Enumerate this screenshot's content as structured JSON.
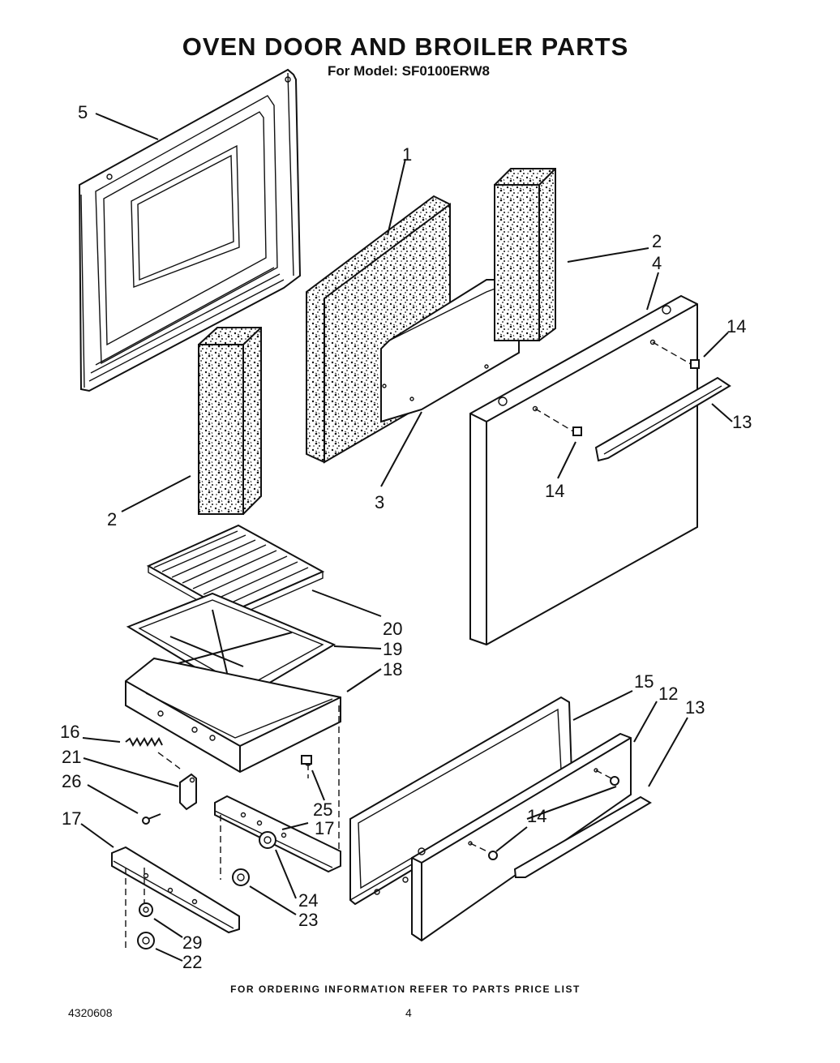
{
  "header": {
    "title": "OVEN DOOR AND BROILER PARTS",
    "model": "For Model: SF0100ERW8"
  },
  "footer": {
    "ordering_note": "FOR ORDERING INFORMATION REFER TO PARTS PRICE LIST",
    "document_number": "4320608",
    "page_number": "4"
  },
  "callouts": [
    "5",
    "1",
    "2",
    "4",
    "14",
    "13",
    "2",
    "3",
    "14",
    "20",
    "19",
    "18",
    "15",
    "12",
    "13",
    "16",
    "21",
    "26",
    "25",
    "17",
    "14",
    "17",
    "24",
    "23",
    "29",
    "22"
  ]
}
